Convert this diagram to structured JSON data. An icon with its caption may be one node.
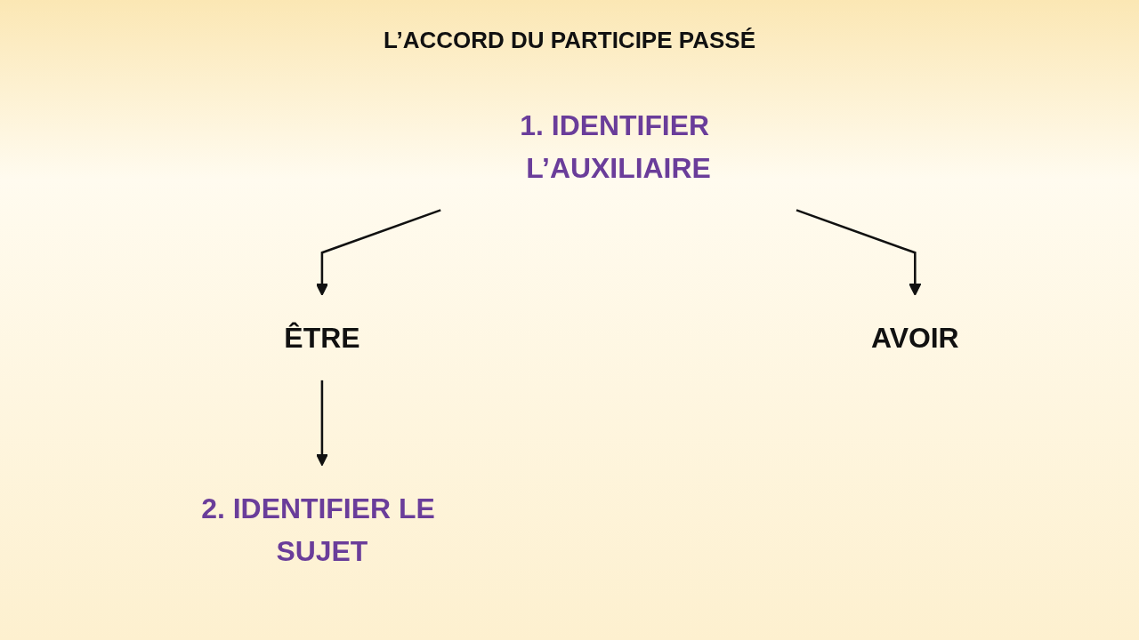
{
  "diagram": {
    "title": "L’ACCORD DU PARTICIPE PASSÉ",
    "nodes": [
      {
        "text": [
          "1. IDENTIFIER L’AUXILIAIRE"
        ]
      },
      {
        "text": [
          "ÊTRE"
        ]
      },
      {
        "text": [
          "AVOIR"
        ]
      },
      {
        "text": [
          "2. IDENTIFIER LE SUJET"
        ]
      }
    ],
    "edges": [
      {
        "from": 0,
        "to": 1,
        "arrow": "to"
      },
      {
        "from": 0,
        "to": 2,
        "arrow": "to"
      },
      {
        "from": 1,
        "to": 3,
        "arrow": "to"
      }
    ]
  }
}
